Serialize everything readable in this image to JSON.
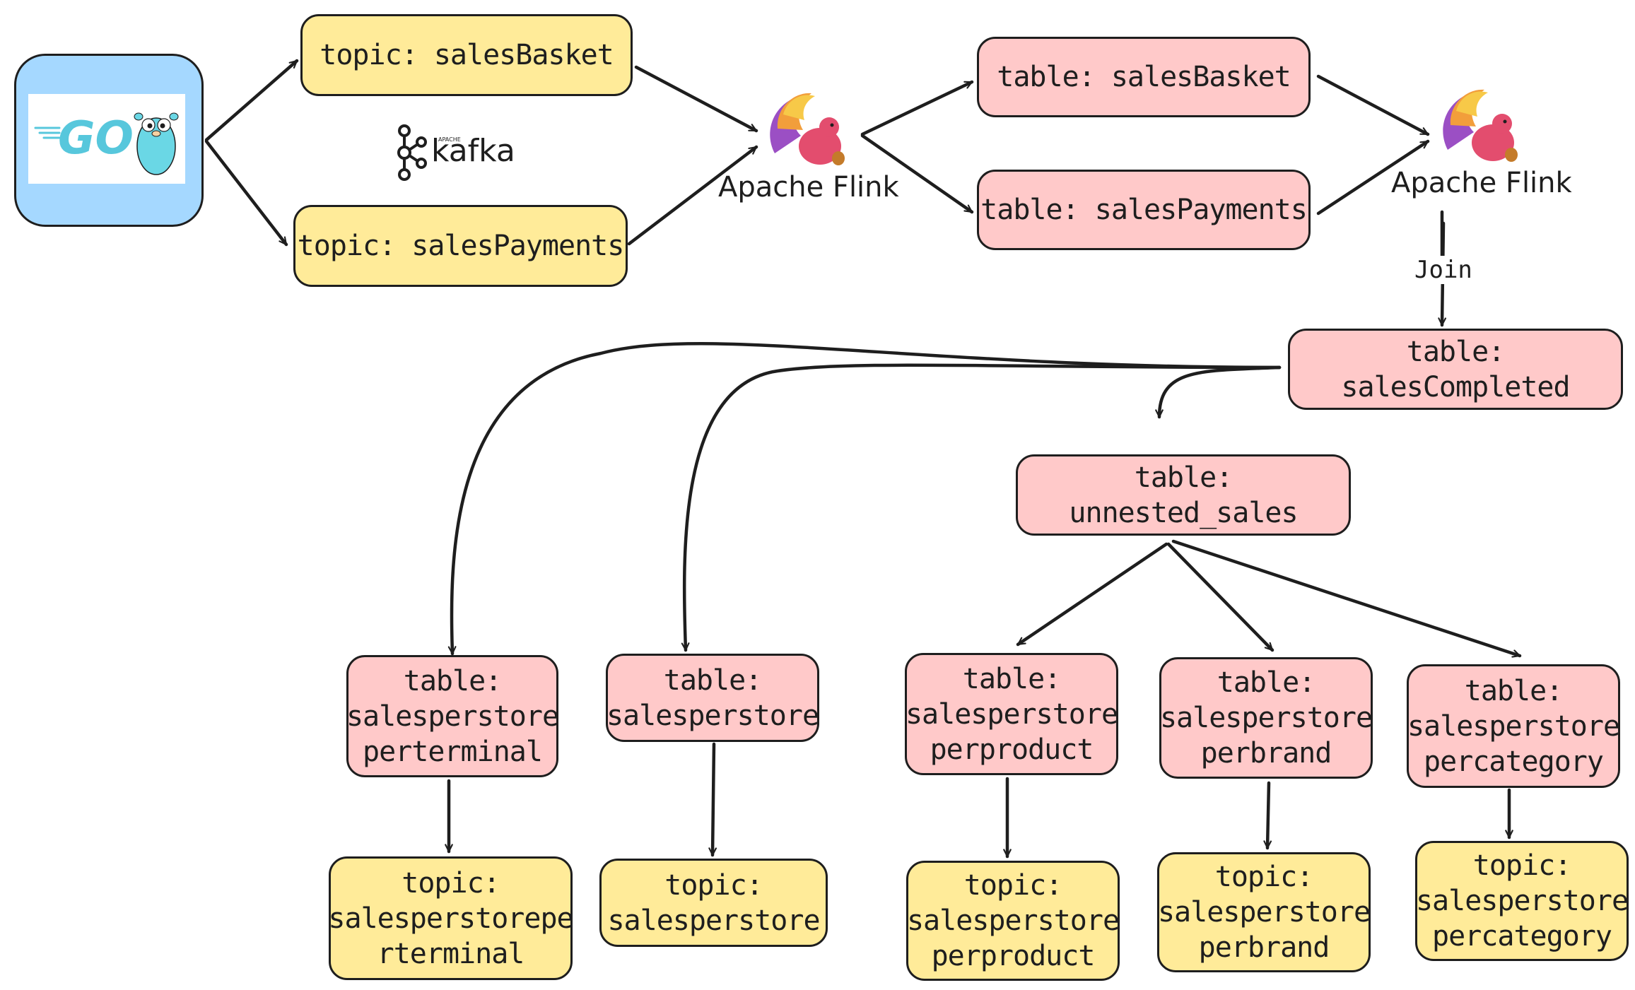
{
  "logos": {
    "go": "GO",
    "kafka": "kafka",
    "kafka_apache": "APACHE",
    "flink_1": "Apache Flink",
    "flink_2": "Apache Flink"
  },
  "nodes": {
    "topic_salesBasket": [
      "topic: salesBasket"
    ],
    "topic_salesPayments": [
      "topic: salesPayments"
    ],
    "table_salesBasket": [
      "table: salesBasket"
    ],
    "table_salesPayments": [
      "table: salesPayments"
    ],
    "table_salesCompleted": [
      "table: salesCompleted"
    ],
    "table_unnested_sales": [
      "table: unnested_sales"
    ],
    "table_perterminal": [
      "table:",
      "salesperstore",
      "perterminal"
    ],
    "table_salesperstore": [
      "table:",
      "salesperstore"
    ],
    "table_perproduct": [
      "table:",
      "salesperstore",
      "perproduct"
    ],
    "table_perbrand": [
      "table:",
      "salesperstore",
      "perbrand"
    ],
    "table_percategory": [
      "table:",
      "salesperstore",
      "percategory"
    ],
    "topic_perterminal": [
      "topic:",
      "salesperstorepe",
      "rterminal"
    ],
    "topic_salesperstore": [
      "topic:",
      "salesperstore"
    ],
    "topic_perproduct": [
      "topic:",
      "salesperstore",
      "perproduct"
    ],
    "topic_perbrand": [
      "topic:",
      "salesperstore",
      "perbrand"
    ],
    "topic_percategory": [
      "topic:",
      "salesperstore",
      "percategory"
    ]
  },
  "edge_labels": {
    "join": "Join"
  },
  "colors": {
    "topic_fill": "#ffeb99",
    "table_fill": "#ffc9c9",
    "go_box_fill": "#a5d8ff",
    "stroke": "#1e1e1e",
    "go_brand": "#57c7dc",
    "flink_orange": "#f29e3b",
    "flink_purple": "#9b4fc4",
    "flink_pink": "#e34d6e"
  },
  "icons": {
    "go": "gopher-icon",
    "kafka": "kafka-icon",
    "flink": "squirrel-icon"
  }
}
